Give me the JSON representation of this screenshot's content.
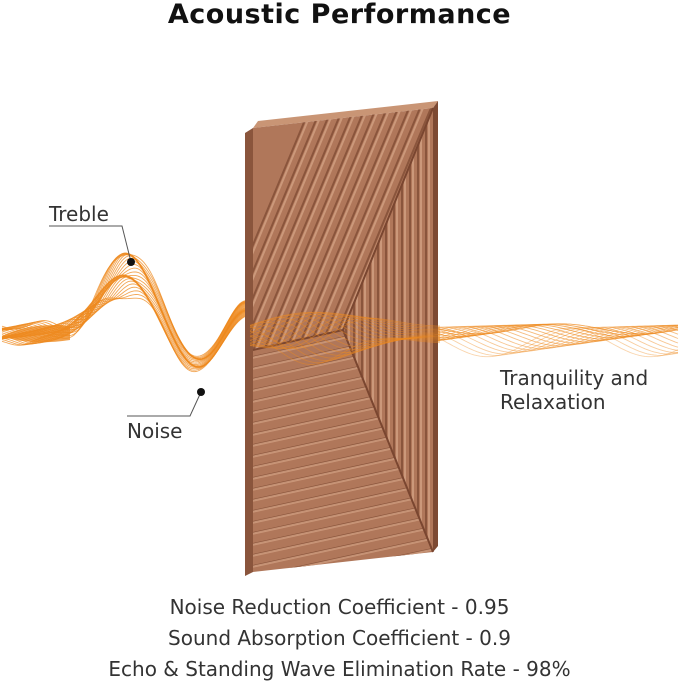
{
  "title": "Acoustic Performance",
  "labels": {
    "treble": "Treble",
    "noise": "Noise",
    "tranquility_line1": "Tranquility and",
    "tranquility_line2": "Relaxation"
  },
  "specs": [
    "Noise Reduction Coefficient - 0.95",
    "Sound Absorption Coefficient - 0.9",
    "Echo & Standing Wave Elimination Rate - 98%"
  ],
  "colors": {
    "wave": "#ee8a1f",
    "panel": "#b0775a",
    "panel_dark": "#8a553c",
    "panel_light": "#d3a183"
  }
}
